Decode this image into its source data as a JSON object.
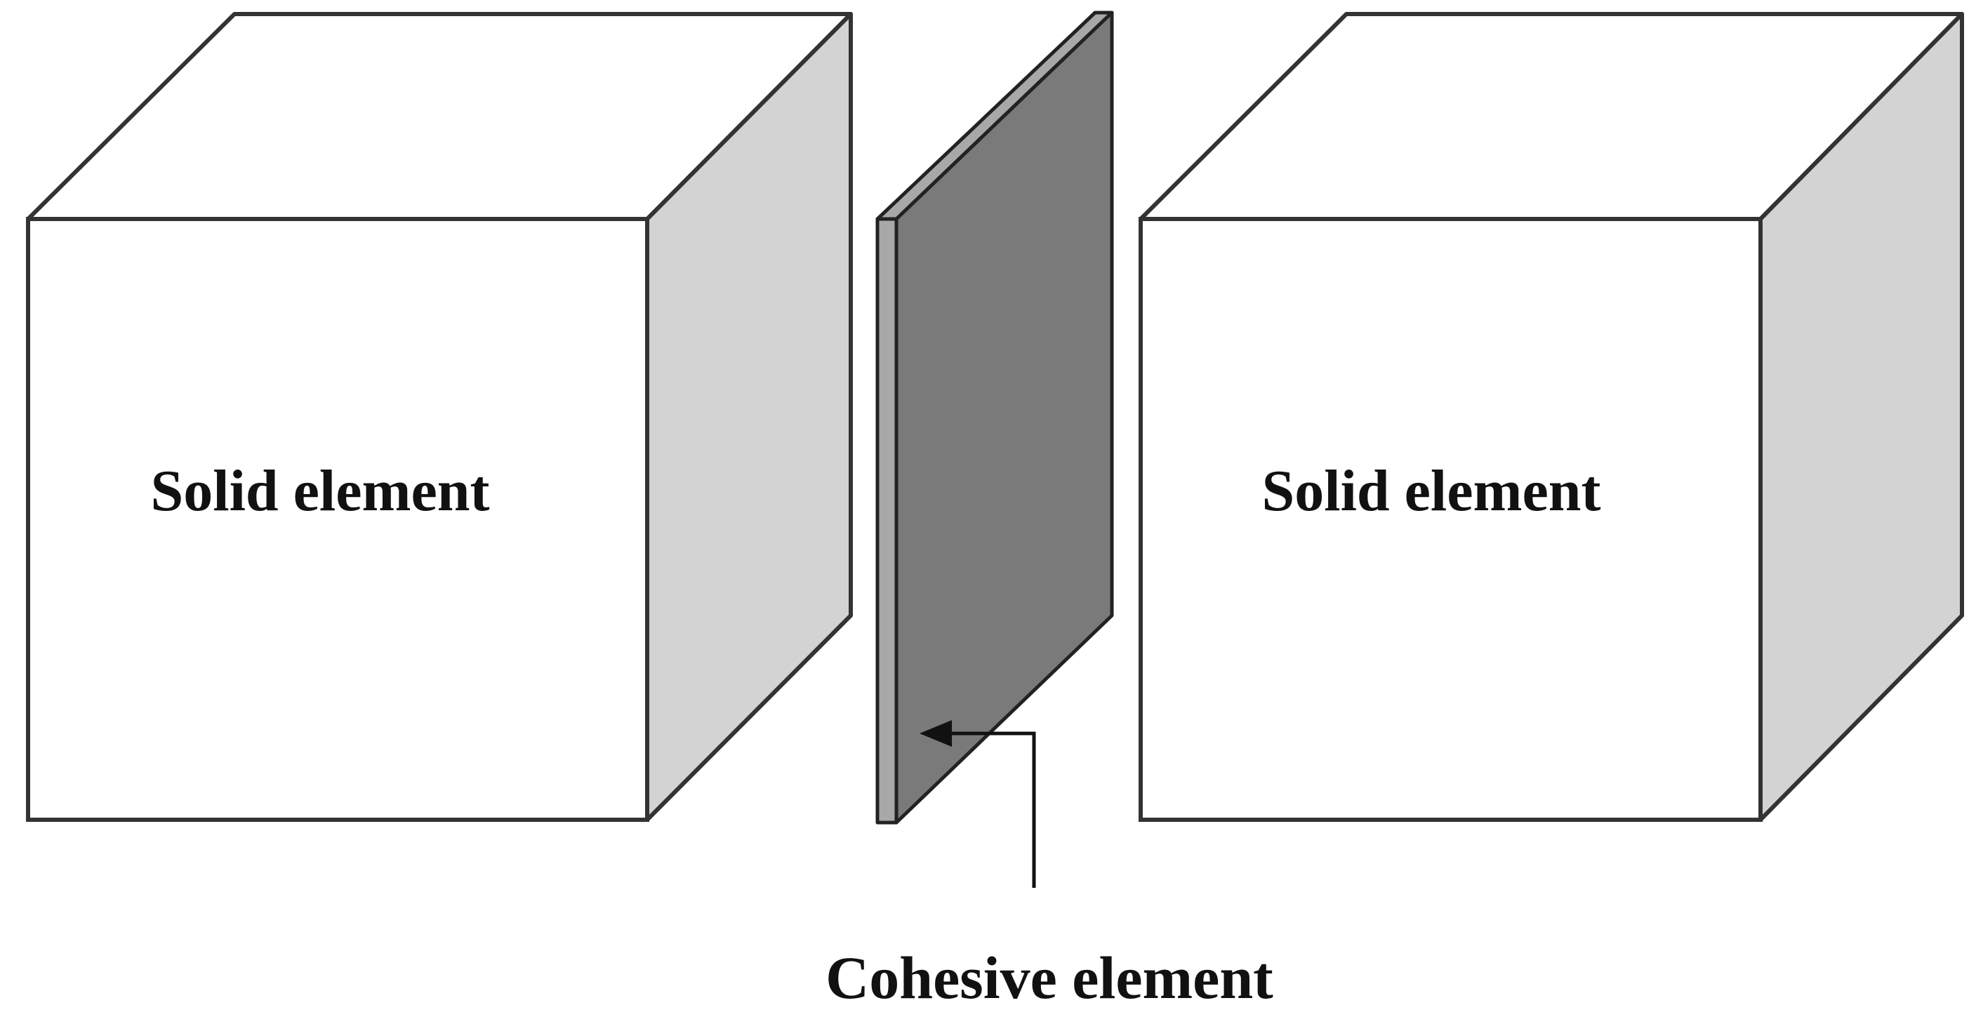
{
  "diagram": {
    "left_block": {
      "label": "Solid element"
    },
    "right_block": {
      "label": "Solid element"
    },
    "cohesive_layer": {
      "label": "Cohesive element"
    }
  },
  "colors": {
    "background": "#ffffff",
    "outline": "#333333",
    "solid_front_face": "#ffffff",
    "solid_top_face": "#ffffff",
    "solid_side_face": "#d3d3d3",
    "cohesive_front_face": "#7a7a7a",
    "cohesive_edge": "#a8a8a8",
    "arrow": "#111111"
  }
}
